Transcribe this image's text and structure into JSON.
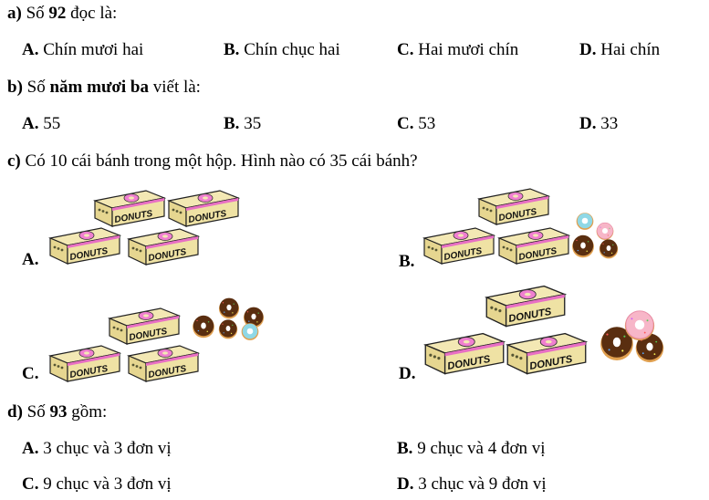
{
  "a": {
    "label": "a)",
    "pre": " Số ",
    "num": "92",
    "post": " đọc là:",
    "options": [
      {
        "key": "A.",
        "text": " Chín mươi hai"
      },
      {
        "key": "B.",
        "text": " Chín chục hai"
      },
      {
        "key": "C.",
        "text": " Hai mươi chín"
      },
      {
        "key": "D.",
        "text": " Hai chín"
      }
    ]
  },
  "b": {
    "label": "b)",
    "pre": " Số ",
    "words": "năm mươi ba",
    "post": " viết là:",
    "options": [
      {
        "key": "A.",
        "text": " 55"
      },
      {
        "key": "B.",
        "text": " 35"
      },
      {
        "key": "C.",
        "text": " 53"
      },
      {
        "key": "D.",
        "text": " 33"
      }
    ]
  },
  "c": {
    "label": "c)",
    "text": " Có 10 cái bánh trong một hộp. Hình nào có 35 cái bánh?",
    "options": [
      "A.",
      "B.",
      "C.",
      "D."
    ],
    "box_label": "DONUTS"
  },
  "d": {
    "label": "d)",
    "pre": " Số ",
    "num": "93",
    "post": " gồm:",
    "options": [
      {
        "key": "A.",
        "text": " 3 chục và 3 đơn vị"
      },
      {
        "key": "B.",
        "text": " 9 chục và 4 đơn vị"
      },
      {
        "key": "C.",
        "text": " 9 chục và 3 đơn vị"
      },
      {
        "key": "D.",
        "text": " 3 chục và 9 đơn vị"
      }
    ]
  },
  "colors": {
    "box": "#efe2a4",
    "stripe": "#e86fc4",
    "choc": "#5a2e10",
    "pink": "#f7b6c8",
    "blue": "#8fd8e6"
  }
}
